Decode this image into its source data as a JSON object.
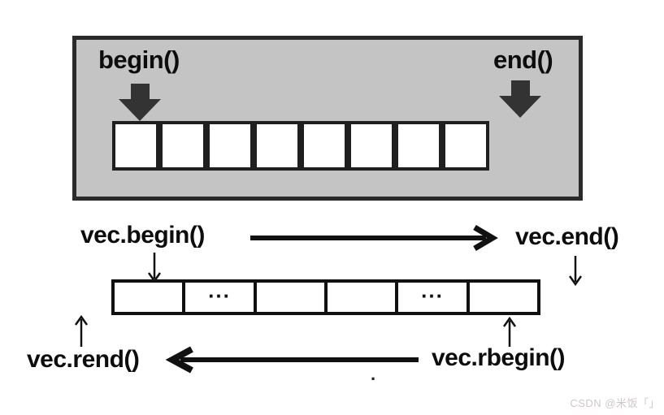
{
  "top_diagram": {
    "begin_label": "begin()",
    "end_label": "end()",
    "cell_count": 8
  },
  "bottom_diagram": {
    "begin_label": "vec.begin()",
    "end_label": "vec.end()",
    "rend_label": "vec.rend()",
    "rbegin_label": "vec.rbegin()",
    "cells": [
      "",
      "...",
      "",
      "",
      "...",
      ""
    ],
    "separator_dot": "."
  },
  "watermark": {
    "text": "CSDN @米饭「」"
  },
  "colors": {
    "panel_fill": "#c4c4c4",
    "panel_border": "#2a2a2a",
    "ink": "#111111",
    "block_arrow": "#333333",
    "watermark": "#cfc7c7"
  }
}
